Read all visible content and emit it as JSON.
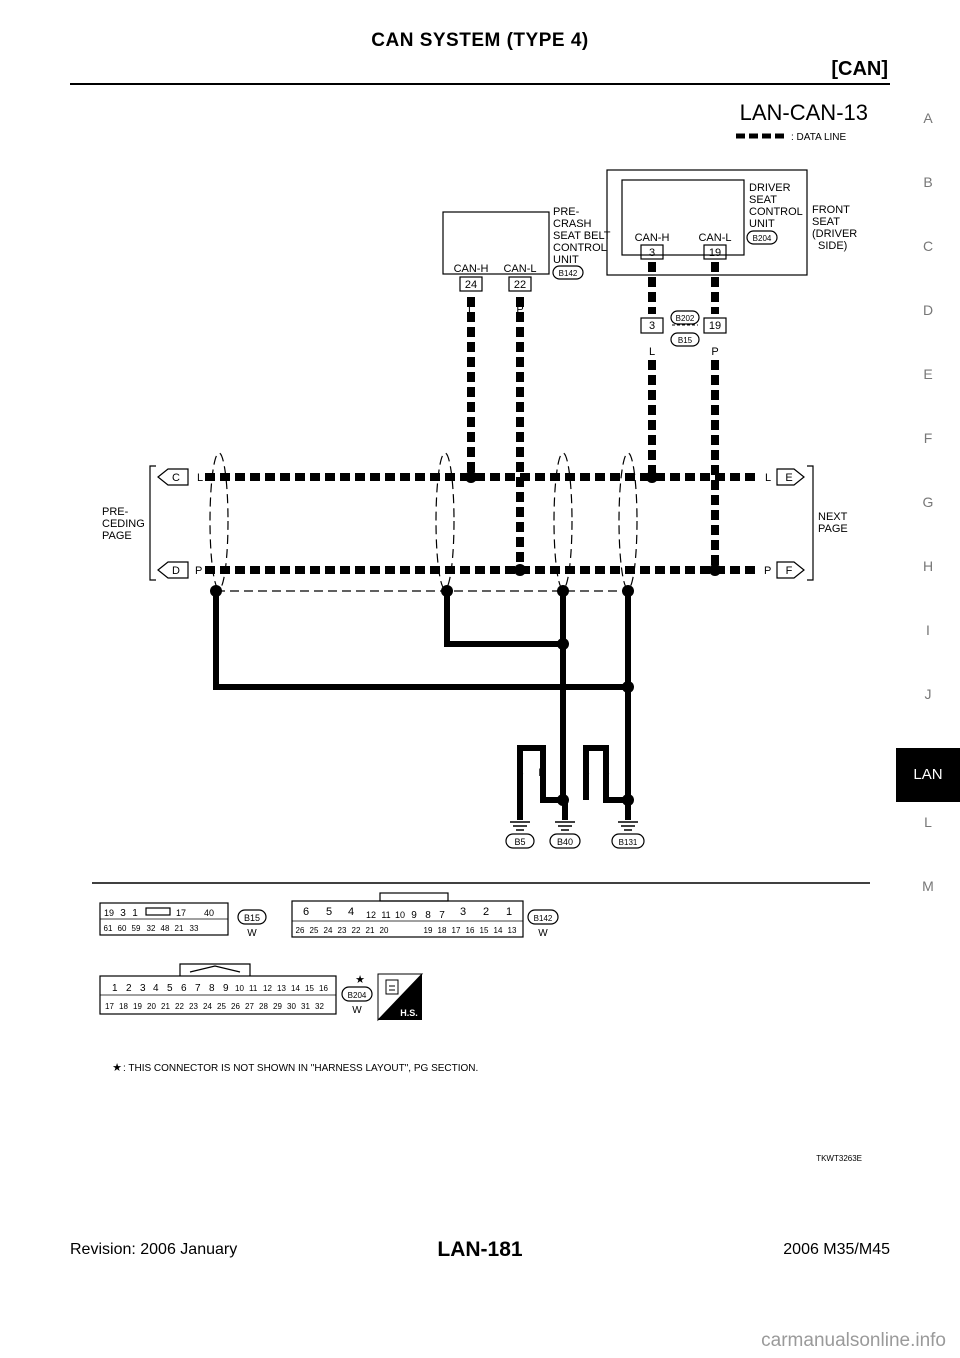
{
  "header": {
    "title": "CAN SYSTEM (TYPE 4)",
    "section": "[CAN]"
  },
  "side_index": [
    "A",
    "B",
    "C",
    "D",
    "E",
    "F",
    "G",
    "H",
    "I",
    "J",
    "LAN",
    "L",
    "M"
  ],
  "side_index_active": "LAN",
  "diagram": {
    "code": "LAN-CAN-13",
    "legend": ": DATA LINE",
    "units": {
      "driver": {
        "name": [
          "DRIVER",
          "SEAT",
          "CONTROL",
          "UNIT"
        ],
        "group": [
          "FRONT",
          "SEAT",
          "(DRIVER",
          "SIDE)"
        ],
        "connector": "B204",
        "canh": "CAN-H",
        "canl": "CAN-L",
        "pin_h": "3",
        "pin_l": "19"
      },
      "precrash": {
        "name": [
          "PRE-",
          "CRASH",
          "SEAT BELT",
          "CONTROL",
          "UNIT"
        ],
        "connector": "B142",
        "canh": "CAN-H",
        "canl": "CAN-L",
        "pin_h": "24",
        "pin_l": "22"
      }
    },
    "inline_connector": {
      "top": "B202",
      "bottom": "B15",
      "pin_h": "3",
      "pin_l": "19"
    },
    "wire_colors": {
      "can_h": "L",
      "can_l": "P",
      "ground": "B"
    },
    "links": {
      "left": [
        "PRE-",
        "CEDING",
        "PAGE"
      ],
      "right": [
        "NEXT",
        "PAGE"
      ],
      "c": "C",
      "d": "D",
      "e": "E",
      "f": "F"
    },
    "grounds": [
      "B5",
      "B40",
      "B131"
    ],
    "connectors": {
      "b15": {
        "id": "B15",
        "color": "W",
        "row1": [
          "19",
          "3",
          "1",
          "",
          "17",
          "40"
        ],
        "row2": [
          "61",
          "60",
          "59",
          "32",
          "48",
          "21",
          "33"
        ]
      },
      "b142": {
        "id": "B142",
        "color": "W",
        "row1": [
          "6",
          "5",
          "4",
          "12",
          "11",
          "10",
          "9",
          "8",
          "7",
          "3",
          "2",
          "1"
        ],
        "row2": [
          "26",
          "25",
          "24",
          "23",
          "22",
          "21",
          "20",
          "19",
          "18",
          "17",
          "16",
          "15",
          "14",
          "13"
        ]
      },
      "b204": {
        "id": "B204",
        "color": "W",
        "row1": [
          "1",
          "2",
          "3",
          "4",
          "5",
          "6",
          "7",
          "8",
          "9",
          "10",
          "11",
          "12",
          "13",
          "14",
          "15",
          "16"
        ],
        "row2": [
          "17",
          "18",
          "19",
          "20",
          "21",
          "22",
          "23",
          "24",
          "25",
          "26",
          "27",
          "28",
          "29",
          "30",
          "31",
          "32"
        ]
      },
      "hs_label": "H.S."
    },
    "star_note": ": THIS CONNECTOR IS NOT SHOWN IN \"HARNESS LAYOUT\", PG SECTION.",
    "star": "★",
    "figure_code": "TKWT3263E"
  },
  "footer": {
    "revision": "Revision: 2006 January",
    "page": "LAN-181",
    "model": "2006 M35/M45"
  },
  "watermark": "carmanualsonline.info"
}
